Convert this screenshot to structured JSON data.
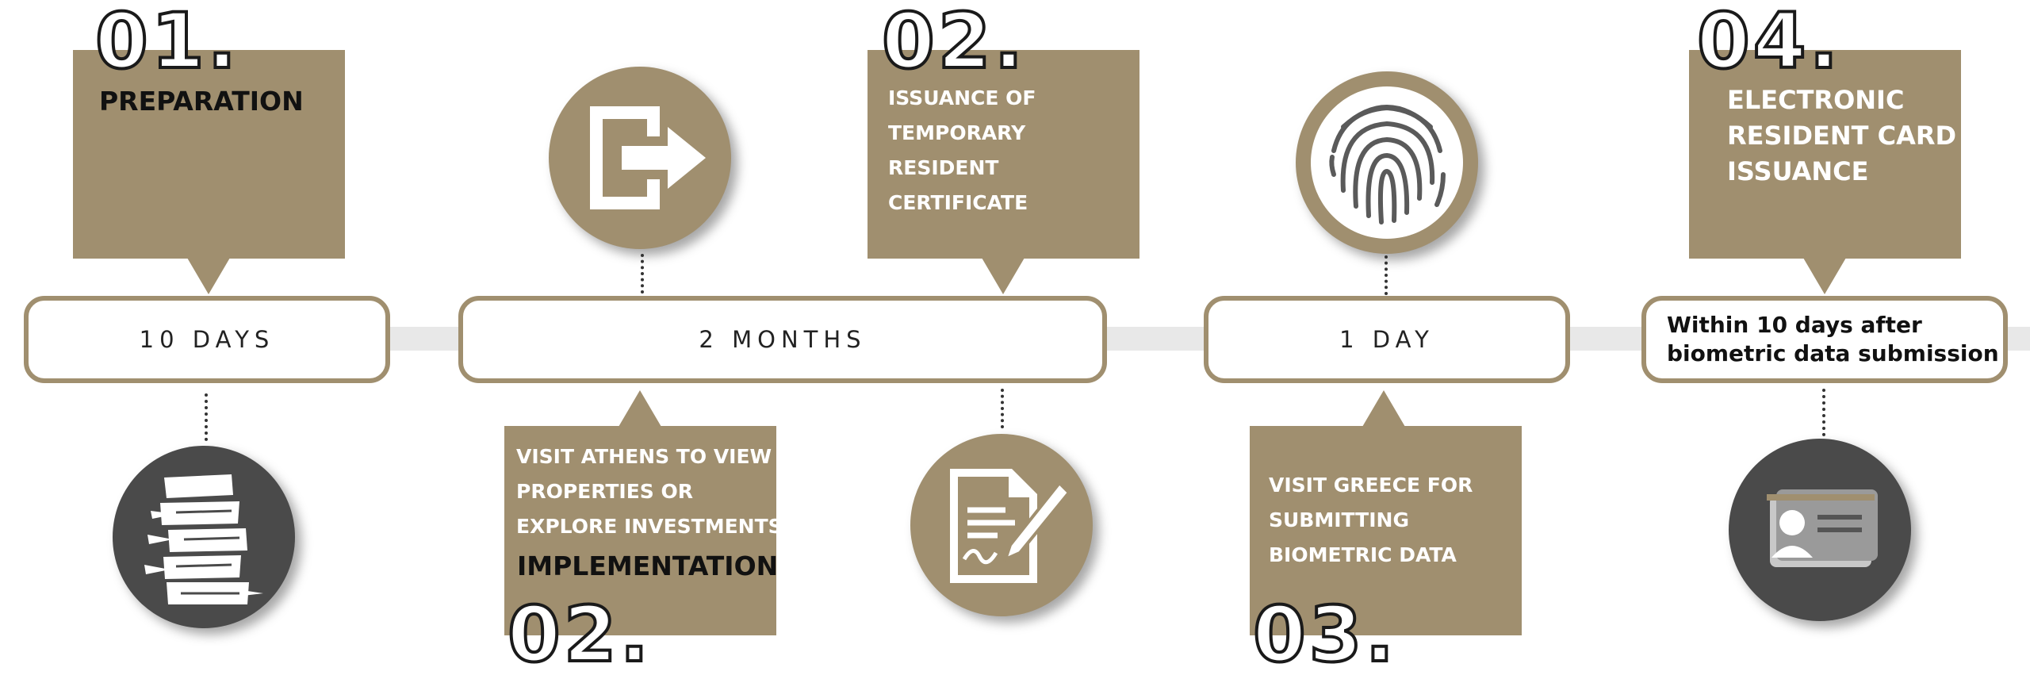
{
  "colors": {
    "gold": "#a08f6f",
    "dark": "#4a4a4a",
    "track": "#e8e8e8"
  },
  "steps": {
    "s1": {
      "number": "01.",
      "title": "PREPARATION",
      "duration": "10 DAYS",
      "icon": "stacked-papers-icon"
    },
    "s2": {
      "number": "02.",
      "title": "IMPLEMENTATION",
      "text": "VISIT ATHENS TO VIEW\nPROPERTIES OR\nEXPLORE INVESTMENTS",
      "duration": "2 MONTHS",
      "icon_top": "exit-arrow-icon",
      "icon_bottom": "document-sign-icon"
    },
    "s2b": {
      "number": "02.",
      "text": "ISSUANCE OF\nTEMPORARY\nRESIDENT\nCERTIFICATE"
    },
    "s3": {
      "number": "03.",
      "text": "VISIT GREECE FOR\nSUBMITTING\nBIOMETRIC DATA",
      "duration": "1 DAY",
      "icon": "fingerprint-icon"
    },
    "s4": {
      "number": "04.",
      "text": "ELECTRONIC\nRESIDENT CARD\nISSUANCE",
      "duration": "Within 10 days after\nbiometric data submission",
      "icon": "id-card-icon"
    }
  }
}
